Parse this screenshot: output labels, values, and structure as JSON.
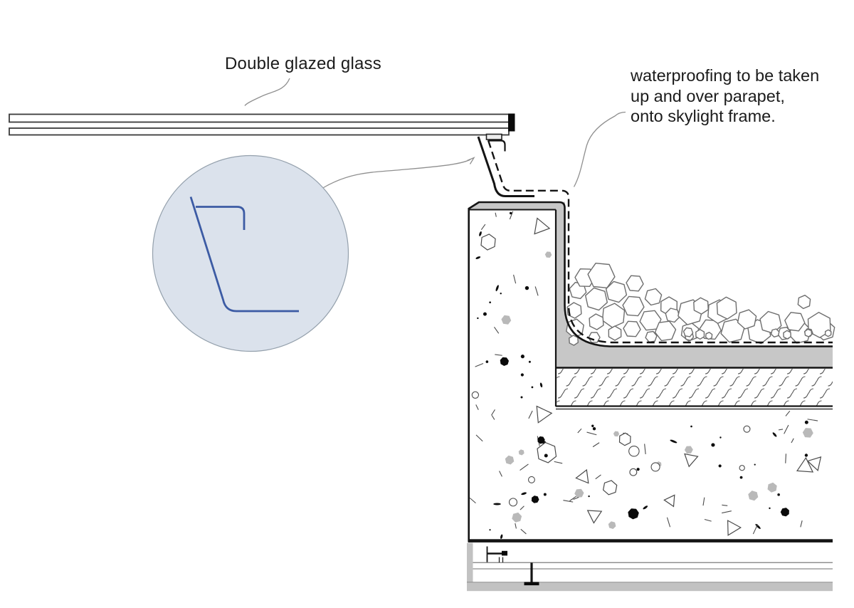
{
  "labels": {
    "glass": "Double glazed glass",
    "waterproofing_line1": "waterproofing to be taken",
    "waterproofing_line2": "up and over parapet,",
    "waterproofing_line3": "onto skylight frame."
  },
  "colors": {
    "line": "#141414",
    "text": "#1b1b1b",
    "membrane": "#c7c7c7",
    "ceiling": "#c2c2c2",
    "bubble_fill": "#dbe2ec",
    "bubble_border": "#94a0ac",
    "blue": "#3c5ba4",
    "leader": "#8f8f8f",
    "gravel": "#6e6e6e",
    "speckle_outline": "#4a4a4a",
    "speckle_gray": "#b9b9b9",
    "hatch": "#565656",
    "glass_edge": "#3a3a3a"
  }
}
